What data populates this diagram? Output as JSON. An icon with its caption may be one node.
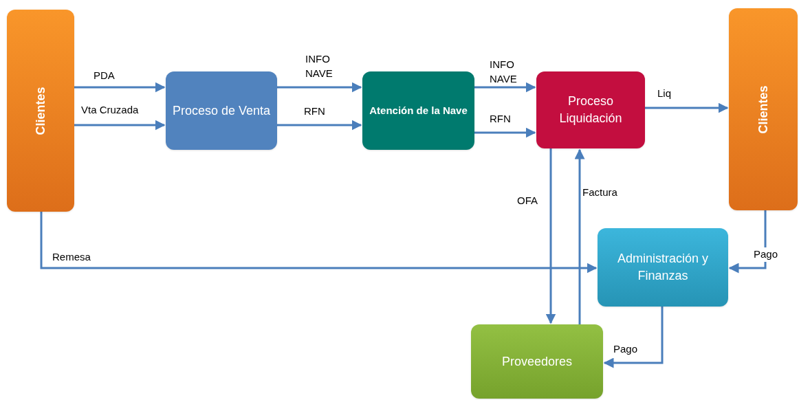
{
  "diagram": {
    "nodes": [
      {
        "text": [
          "Clientes"
        ]
      },
      {
        "text": [
          "Proceso de Venta"
        ]
      },
      {
        "text": [
          "Atención de la Nave"
        ]
      },
      {
        "text": [
          "Proceso Liquidación"
        ]
      },
      {
        "text": [
          "Clientes"
        ]
      },
      {
        "text": [
          "Administración y Finanzas"
        ]
      },
      {
        "text": [
          "Proveedores"
        ]
      }
    ],
    "edges": [
      {
        "from": 0,
        "to": 1,
        "arrow": "to",
        "label": "PDA"
      },
      {
        "from": 0,
        "to": 1,
        "arrow": "to",
        "label": "Vta Cruzada"
      },
      {
        "from": 1,
        "to": 2,
        "arrow": "to",
        "label": "INFO NAVE"
      },
      {
        "from": 1,
        "to": 2,
        "arrow": "to",
        "label": "RFN"
      },
      {
        "from": 2,
        "to": 3,
        "arrow": "to",
        "label": "INFO NAVE"
      },
      {
        "from": 2,
        "to": 3,
        "arrow": "to",
        "label": "RFN"
      },
      {
        "from": 3,
        "to": 4,
        "arrow": "to",
        "label": "Liq"
      },
      {
        "from": 0,
        "to": 5,
        "arrow": "to",
        "label": "Remesa"
      },
      {
        "from": 3,
        "to": 6,
        "arrow": "to",
        "label": "OFA"
      },
      {
        "from": 6,
        "to": 3,
        "arrow": "to",
        "label": "Factura"
      },
      {
        "from": 4,
        "to": 5,
        "arrow": "to",
        "label": "Pago"
      },
      {
        "from": 5,
        "to": 6,
        "arrow": "to",
        "label": "Pago"
      }
    ]
  }
}
